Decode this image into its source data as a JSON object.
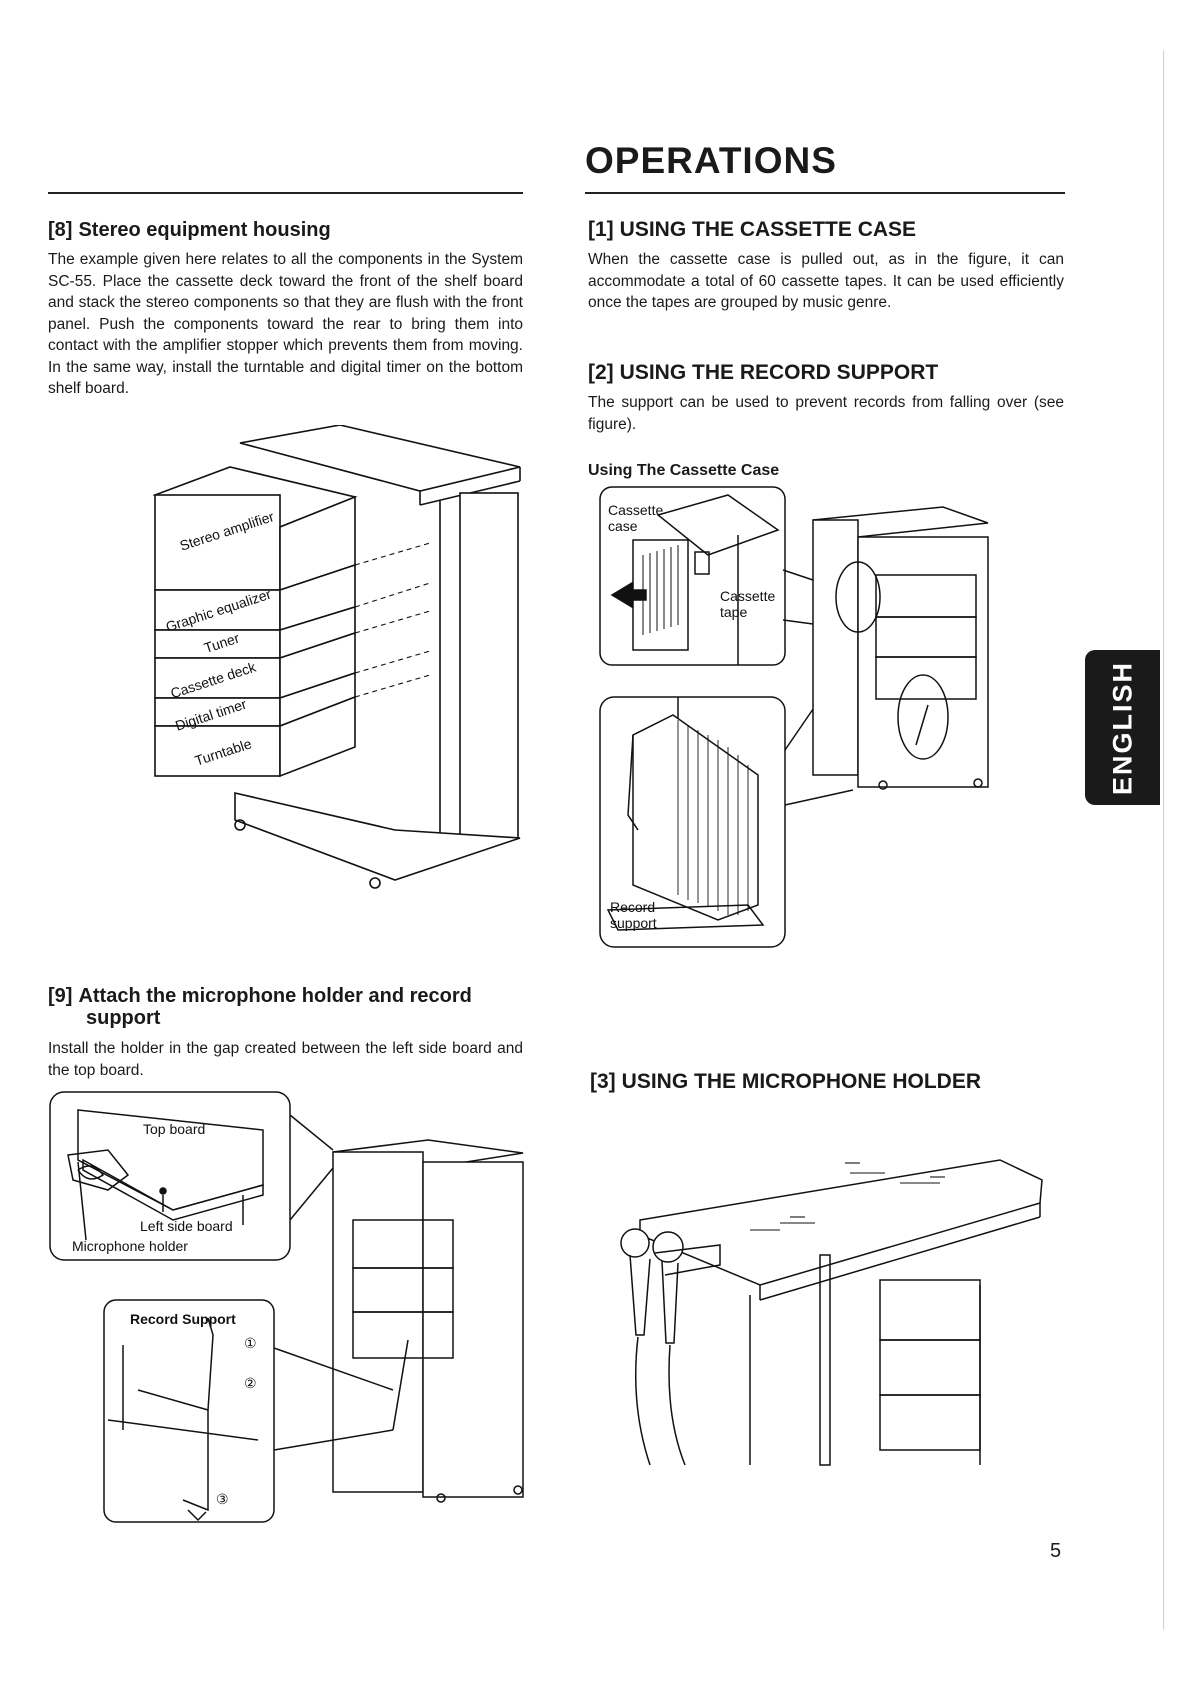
{
  "page": {
    "title": "OPERATIONS",
    "side_tab": "ENGLISH",
    "page_number": "5"
  },
  "left": {
    "s8": {
      "num": "[8]",
      "heading": "Stereo equipment housing",
      "body": "The example given here relates to all the components in the System SC-55. Place the cassette deck toward the front of the shelf board and stack the stereo components so that they are flush with the front panel. Push the components toward the rear to bring them into contact with the amplifier stopper which prevents them from moving. In the same way, install the turntable and digital timer on the bottom shelf board."
    },
    "fig8": {
      "labels": [
        "Stereo amplifier",
        "Graphic equalizer",
        "Tuner",
        "Cassette deck",
        "Digital timer",
        "Turntable"
      ]
    },
    "s9": {
      "num": "[9]",
      "heading_line1": "Attach the microphone holder and record",
      "heading_line2": "support",
      "body": "Install the holder in the gap created between the left side board and the top board."
    },
    "fig9": {
      "top_board": "Top board",
      "left_side_board": "Left side board",
      "microphone_holder": "Microphone holder",
      "record_support_title": "Record Support",
      "steps": [
        "①",
        "②",
        "③"
      ]
    }
  },
  "right": {
    "s1": {
      "num": "[1]",
      "heading": "USING THE CASSETTE CASE",
      "body": "When the cassette case is pulled out, as in the figure, it can accommodate a total of 60 cassette tapes. It can be used efficiently once the tapes are grouped by music genre."
    },
    "s2": {
      "num": "[2]",
      "heading": "USING THE RECORD SUPPORT",
      "body": "The support can be used to prevent records from falling over (see figure)."
    },
    "fig_cassette": {
      "caption": "Using The Cassette Case",
      "cassette_case": [
        "Cassette",
        "case"
      ],
      "cassette_tape": [
        "Cassette",
        "tape"
      ],
      "record_support": [
        "Record",
        "support"
      ]
    },
    "s3": {
      "num": "[3]",
      "heading": "USING THE MICROPHONE HOLDER"
    }
  }
}
